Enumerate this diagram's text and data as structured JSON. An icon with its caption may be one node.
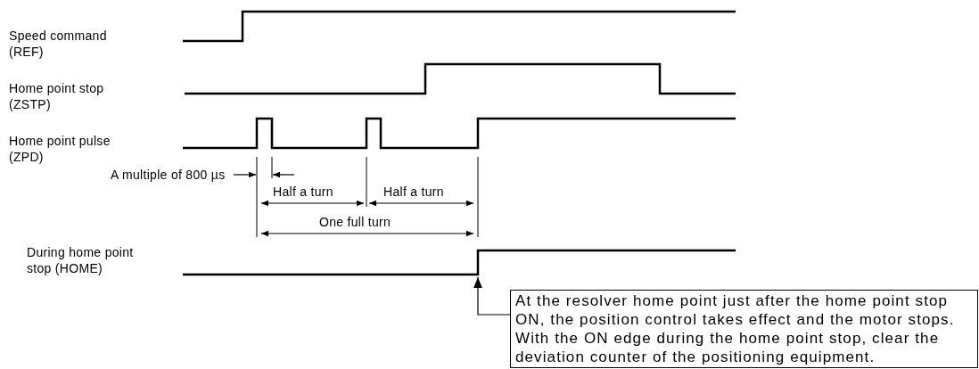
{
  "diagram": {
    "nodes": [
      {
        "text": [
          "At the resolver home point just after the home point stop ON, the position control takes effect and the motor stops. With the ON edge during the home point stop, clear the deviation counter of the positioning equipment."
        ]
      },
      {
        "text": [],
        "shape": "picture"
      }
    ],
    "edges": [
      {
        "from": 0,
        "to": 1,
        "arrow": "to"
      }
    ],
    "labels": [
      "Speed command (REF)",
      "Home point stop (ZSTP)",
      "Home point pulse (ZPD)",
      "A multiple of 800 µs",
      "Half a turn",
      "Half a turn",
      "One full turn",
      "During home point stop (HOME)"
    ]
  }
}
